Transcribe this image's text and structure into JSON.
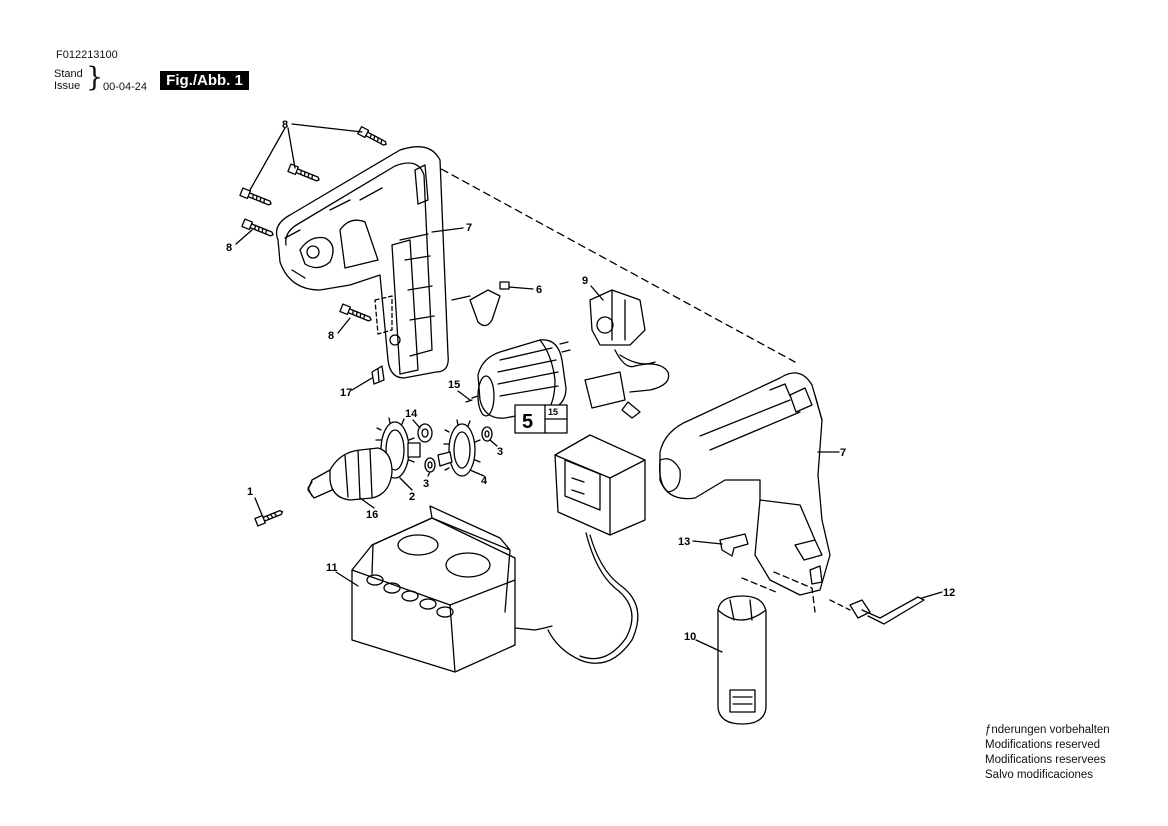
{
  "header": {
    "doc_number": "F012213100",
    "stand_label": "Stand",
    "issue_label": "Issue",
    "date": "00-04-24",
    "figure_label": "Fig./Abb. 1"
  },
  "callouts": [
    {
      "id": "c8a",
      "text": "8"
    },
    {
      "id": "c8b",
      "text": "8"
    },
    {
      "id": "c8c",
      "text": "8"
    },
    {
      "id": "c7a",
      "text": "7"
    },
    {
      "id": "c6",
      "text": "6"
    },
    {
      "id": "c9",
      "text": "9"
    },
    {
      "id": "c17",
      "text": "17"
    },
    {
      "id": "c15",
      "text": "15"
    },
    {
      "id": "c14",
      "text": "14"
    },
    {
      "id": "c3a",
      "text": "3"
    },
    {
      "id": "c3b",
      "text": "3"
    },
    {
      "id": "c4",
      "text": "4"
    },
    {
      "id": "c2",
      "text": "2"
    },
    {
      "id": "c16",
      "text": "16"
    },
    {
      "id": "c1",
      "text": "1"
    },
    {
      "id": "c11",
      "text": "11"
    },
    {
      "id": "c7b",
      "text": "7"
    },
    {
      "id": "c13",
      "text": "13"
    },
    {
      "id": "c12",
      "text": "12"
    },
    {
      "id": "c10",
      "text": "10"
    }
  ],
  "ref_box": {
    "main": "5",
    "sub": "15"
  },
  "notes": [
    "ƒnderungen vorbehalten",
    "Modifications reserved",
    "Modifications reservees",
    "Salvo modificaciones"
  ]
}
